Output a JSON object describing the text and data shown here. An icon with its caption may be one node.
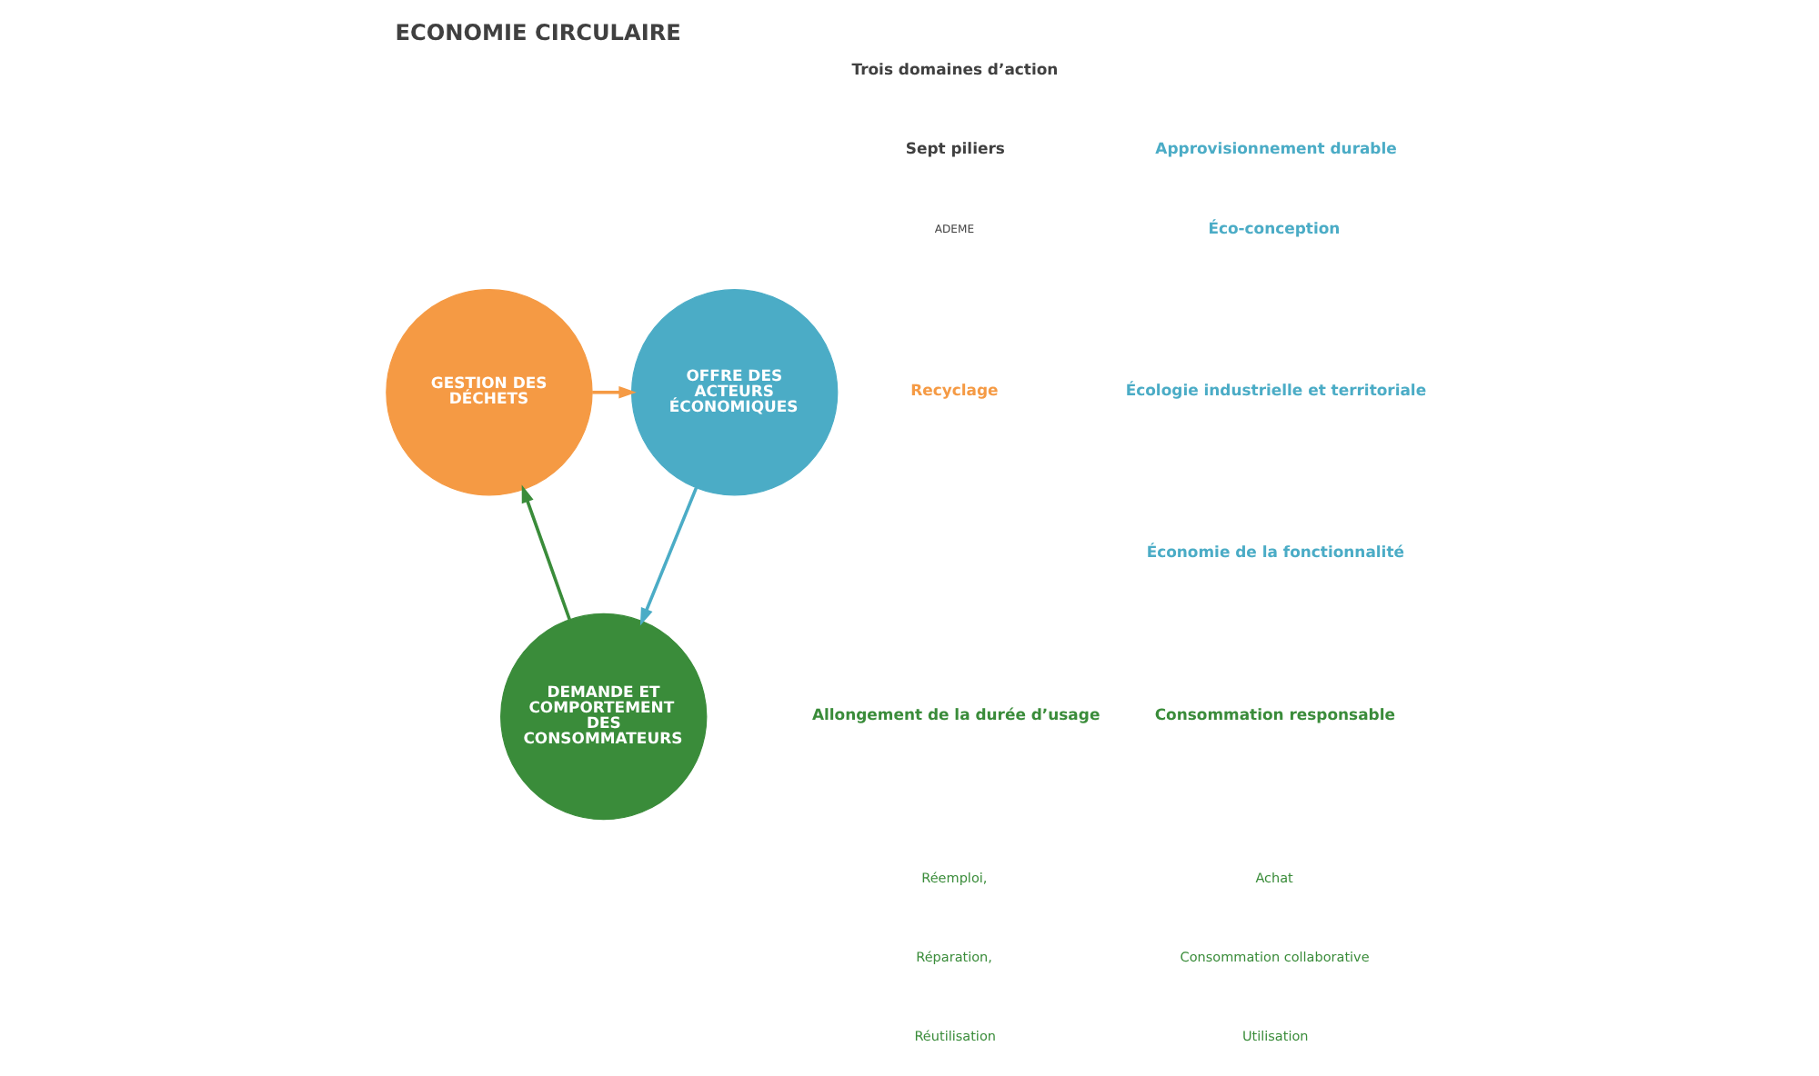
{
  "diagram": {
    "title": "ECONOMIE CIRCULAIRE",
    "nodes": [
      {
        "text": [
          "GESTION DES DÉCHETS"
        ]
      },
      {
        "text": [
          "OFFRE DES ACTEURS ÉCONOMIQUES"
        ]
      },
      {
        "text": [
          "DEMANDE ET COMPORTEMENT DES CONSOMMATEURS"
        ]
      }
    ],
    "edges": [
      {
        "from": 0,
        "to": 1,
        "arrow": "to",
        "color": "#f59a44"
      },
      {
        "from": 1,
        "to": 2,
        "arrow": "to",
        "color": "#4bacc6"
      },
      {
        "from": 2,
        "to": 0,
        "arrow": "to",
        "color": "#3a8c3a"
      }
    ],
    "labels": [
      "Trois domaines d’action",
      "Sept piliers",
      "ADEME",
      "Approvisionnement durable",
      "Éco-conception",
      "Recyclage",
      "Écologie industrielle et territoriale",
      "Économie de la fonctionnalité",
      "Allongement de la durée d’usage",
      "Réemploi,",
      "Réparation,",
      "Réutilisation",
      "Consommation responsable",
      "Achat",
      "Consommation collaborative",
      "Utilisation"
    ]
  }
}
